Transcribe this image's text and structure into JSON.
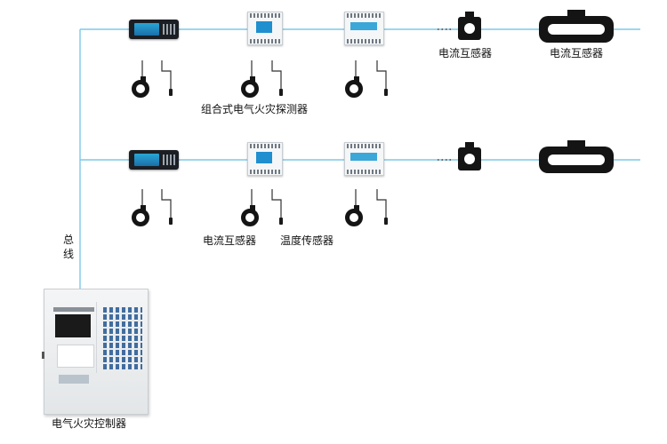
{
  "labels": {
    "ct_top_a": "电流互感器",
    "ct_top_b": "电流互感器",
    "combined_detector": "组合式电气火灾探测器",
    "ct_bottom": "电流互感器",
    "temp_sensor": "温度传感器",
    "bus": "总线",
    "controller": "电气火灾控制器"
  },
  "colors": {
    "bus_line": "#7ec8e8",
    "device_dark": "#141414",
    "lcd_blue": "#1f8fcf"
  },
  "ellipsis_dots": "......"
}
